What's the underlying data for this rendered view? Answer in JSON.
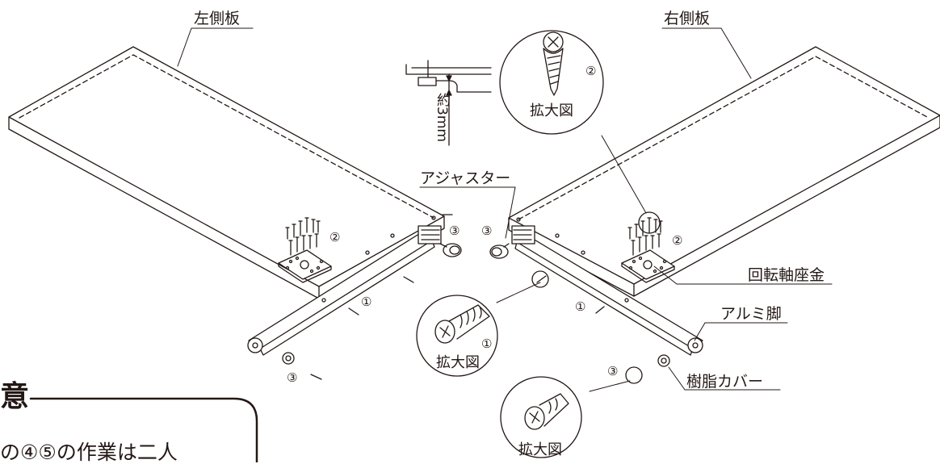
{
  "labels": {
    "left_panel": "左側板",
    "right_panel": "右側板",
    "adjuster": "アジャスター",
    "pivot_washer": "回転軸座金",
    "aluminum_leg": "アルミ脚",
    "resin_cover": "樹脂カバー",
    "approx_3mm": "約3mm"
  },
  "markers": {
    "one": "①",
    "two": "②",
    "three": "③"
  },
  "zoom_label": "拡大図",
  "caution": {
    "title": "意",
    "text": "の④⑤の作業は二人"
  }
}
